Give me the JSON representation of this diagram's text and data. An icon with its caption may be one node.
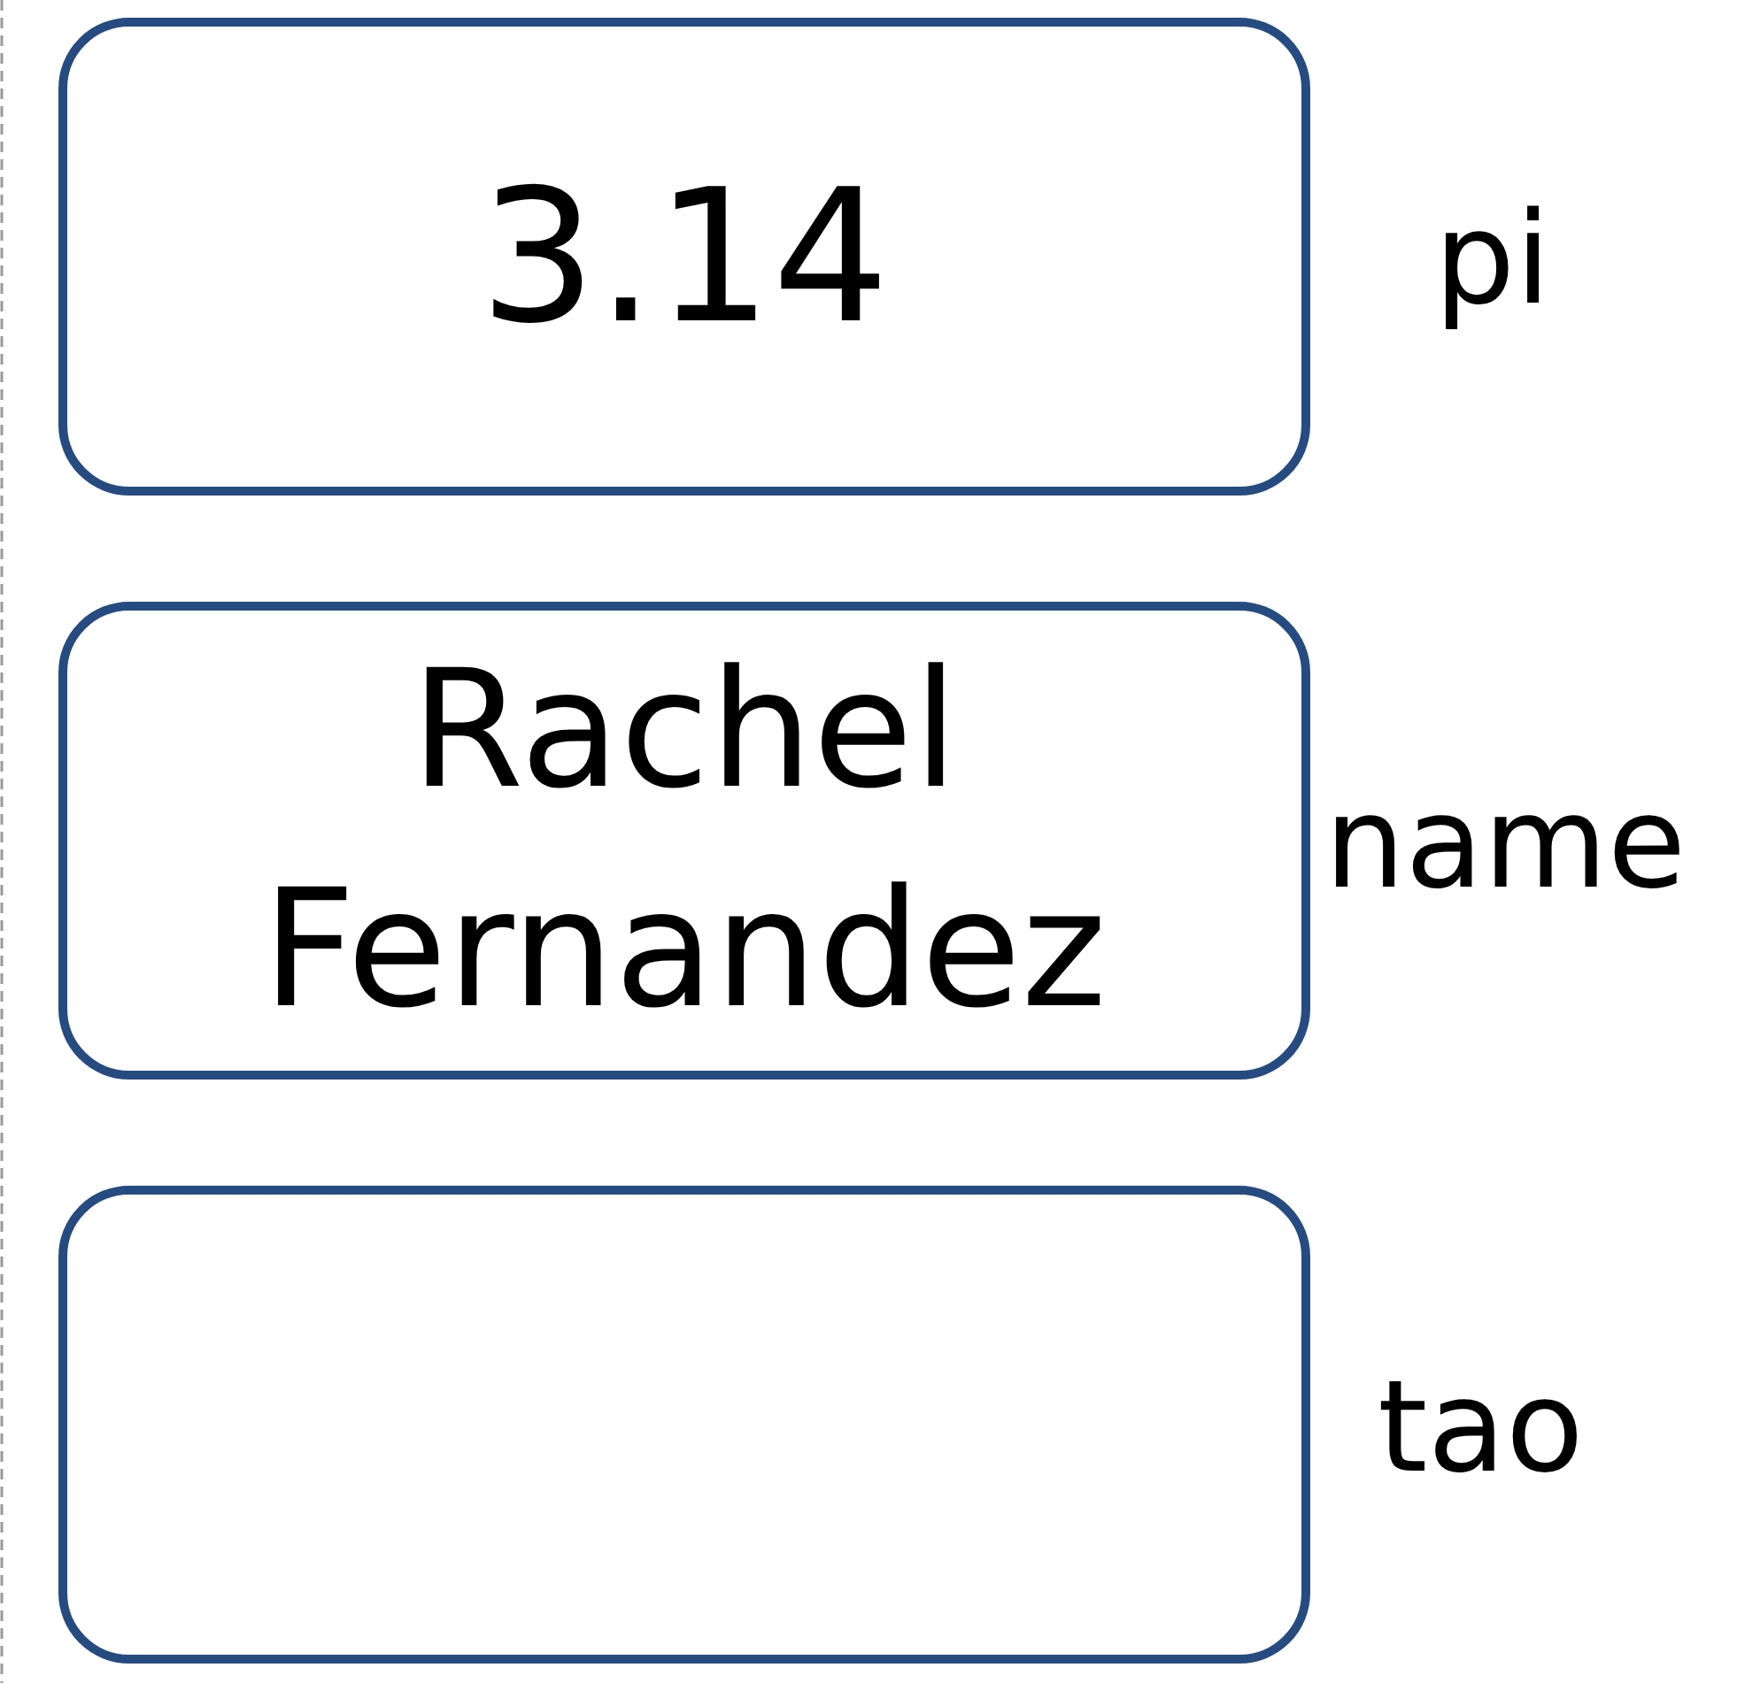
{
  "diagram": {
    "nodes": [
      {
        "text": [
          "3.14"
        ],
        "beside": [
          "pi"
        ]
      },
      {
        "text": [
          "Rachel Fernandez"
        ],
        "beside": [
          "name"
        ]
      },
      {
        "text": [],
        "shape": "box",
        "beside": [
          "tao"
        ]
      }
    ]
  }
}
